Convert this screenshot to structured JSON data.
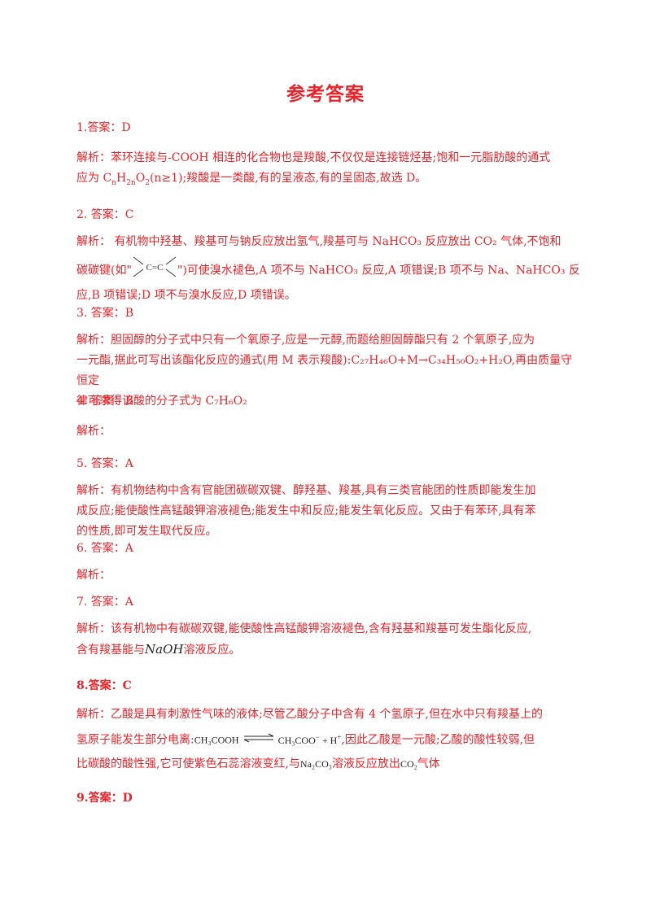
{
  "title": "参考答案",
  "q1": {
    "answer": "1.答案：D",
    "exp_a": "解析：苯环连接与-COOH 相连的化合物也是羧酸,不仅仅是连接链烃基;饱和一元脂肪酸的通式",
    "exp_b1": "应为 C",
    "exp_b2": "H",
    "exp_b3": "O",
    "exp_b4": "(n≥1);羧酸是一类酸,有的呈液态,有的呈固态,故选 D。",
    "sub_n": "n",
    "sub_2n": "2n",
    "sub_2": "2"
  },
  "q2": {
    "answer": "2. 答案：C",
    "exp_a": "解析：  有机物中羟基、羧基可与钠反应放出氢气,羧基可与 NaHCO₃ 反应放出 CO₂ 气体,不饱和",
    "exp_b1": "碳碳键(如\"",
    "struct": "C=C",
    "exp_b2": "\")可使溴水褪色,A 项不与 NaHCO₃ 反应,A 项错误;B 项不与 Na、NaHCO₃ 反",
    "exp_c": "应,B 项错误;D 项不与溴水反应,D 项错误。"
  },
  "q3": {
    "answer": "3. 答案：B",
    "exp_a": "解析：胆固醇的分子式中只有一个氧原子,应是一元醇,而题给胆固醇酯只有 2 个氧原子,应为",
    "exp_b": "一元酯,据此可写出该酯化反应的通式(用 M 表示羧酸):C₂₇H₄₆O+M→C₃₄H₅₀O₂+H₂O,再由质量守恒定",
    "exp_c": "律可求得该酸的分子式为 C₇H₆O₂"
  },
  "q4": {
    "answer": "4. 答案：B",
    "exp": "解析："
  },
  "q5": {
    "answer": "5. 答案：A",
    "exp_a": "解析：有机物结构中含有官能团碳碳双键、醇羟基、羧基,具有三类官能团的性质即能发生加",
    "exp_b": "成反应;能使酸性高锰酸钾溶液褪色;能发生中和反应;能发生氧化反应。又由于有苯环,具有苯",
    "exp_c": "的性质,即可发生取代反应。"
  },
  "q6": {
    "answer": "6. 答案：A",
    "exp": "解析："
  },
  "q7": {
    "answer": "7. 答案：A",
    "exp_a": "解析：该有机物中有碳碳双键,能使酸性高锰酸钾溶液褪色,含有羟基和羧基可发生酯化反应,",
    "exp_b1": "含有羧基能与",
    "naoh": "NaOH",
    "exp_b2": "溶液反应。"
  },
  "q8": {
    "answer": "8.答案：C",
    "exp_a": "解析：乙酸是具有刺激性气味的液体;尽管乙酸分子中含有 4 个氢原子,但在水中只有羧基上的",
    "exp_b1": "氢原子能发生部分电离:",
    "ch3cooh": "CH₃COOH",
    "ion1": "CH₃COO",
    "ion_sup1": "−",
    "plus": " + H",
    "ion_sup2": "+",
    "exp_b2": ",因此乙酸是一元酸;乙酸的酸性较弱,但",
    "exp_c1": "比碳酸的酸性强,它可使紫色石蕊溶液变红,与",
    "na2co3": "Na₂CO₃",
    "exp_c2": "溶液反应放出",
    "co2": "CO₂",
    "exp_c3": "气体"
  },
  "q9": {
    "answer": "9.答案：D"
  }
}
